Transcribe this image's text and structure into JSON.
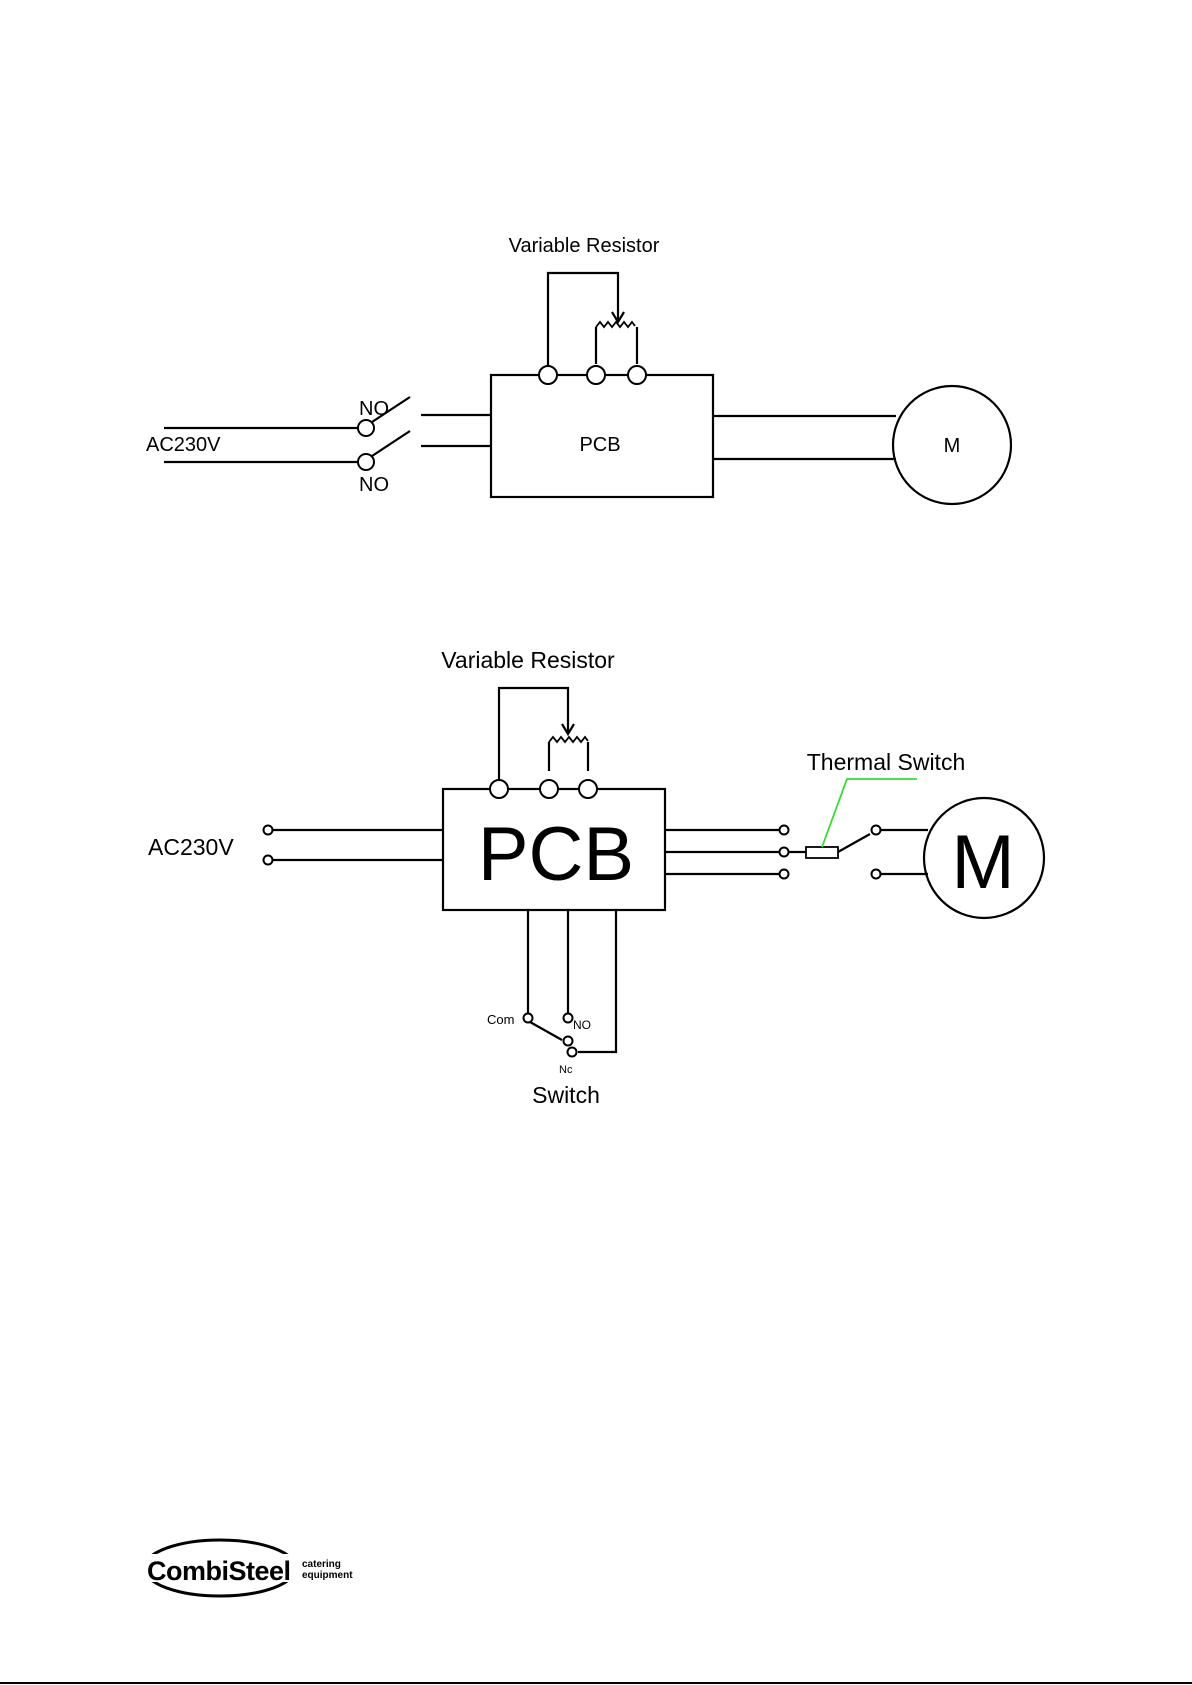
{
  "diagram1": {
    "resistor_label": "Variable Resistor",
    "supply_label": "AC230V",
    "switch_top_label": "NO",
    "switch_bottom_label": "NO",
    "pcb_label": "PCB",
    "motor_label": "M"
  },
  "diagram2": {
    "resistor_label": "Variable Resistor",
    "supply_label": "AC230V",
    "pcb_label": "PCB",
    "thermal_label": "Thermal Switch",
    "motor_label": "M",
    "switch_label": "Switch",
    "com_label": "Com",
    "no_label": "NO",
    "nc_label": "Nc"
  },
  "footer": {
    "logo_text": "CombiSteel",
    "logo_tagline_1": "catering",
    "logo_tagline_2": "equipment"
  },
  "colors": {
    "thermal_pointer": "#33dd33",
    "ink": "#000000"
  }
}
